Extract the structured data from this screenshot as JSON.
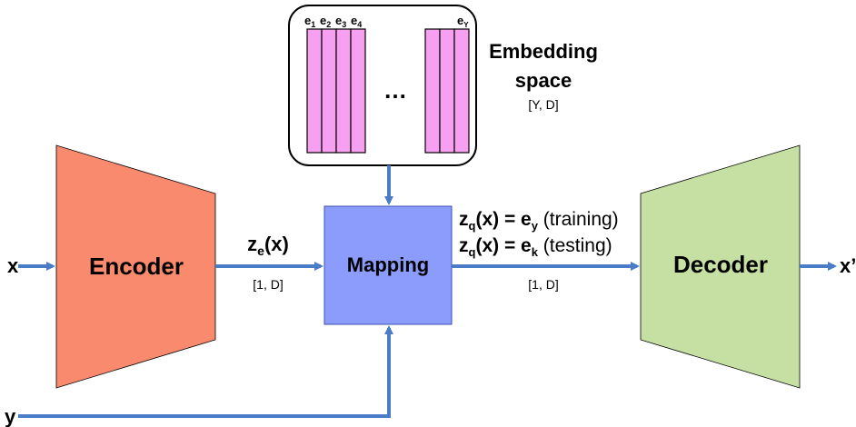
{
  "inputs": {
    "x": "x",
    "y": "y",
    "output": "x’"
  },
  "encoder": {
    "label": "Encoder",
    "fill": "#f98a6e"
  },
  "decoder": {
    "label": "Decoder",
    "fill": "#c6e0a4"
  },
  "mapping": {
    "label": "Mapping",
    "fill": "#8c9cfc"
  },
  "embedding": {
    "title_line1": "Embedding",
    "title_line2": "space",
    "shape": "[Y, D]",
    "vector_labels": [
      "e",
      "e",
      "e",
      "e"
    ],
    "vector_subscripts": [
      "1",
      "2",
      "3",
      "4"
    ],
    "last_label": "e",
    "last_subscript": "Y",
    "ellipsis": "…",
    "vector_fill": "#f7a0f2"
  },
  "ze": {
    "main": "z",
    "sub": "e",
    "arg": "(x)",
    "shape": "[1, D]"
  },
  "zq": {
    "train": {
      "lhs": "z",
      "lhs_sub": "q",
      "arg": "(x) = e",
      "rhs_sub": "y",
      "note": " (training)"
    },
    "test": {
      "lhs": "z",
      "lhs_sub": "q",
      "arg": "(x) = e",
      "rhs_sub": "k",
      "note": " (testing)"
    },
    "shape": "[1, D]"
  },
  "arrow_color": "#4a7cc7"
}
